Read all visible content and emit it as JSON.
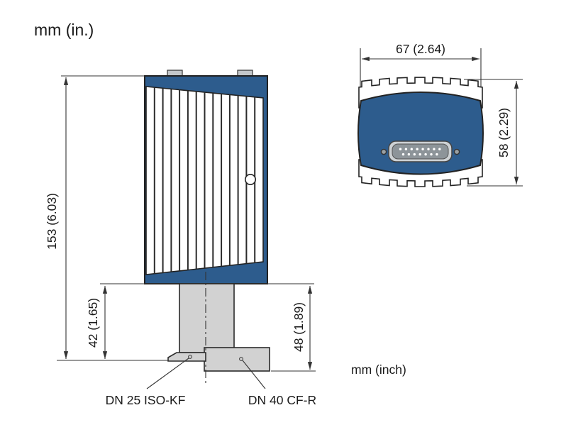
{
  "drawing": {
    "units_label_top": "mm (in.)",
    "units_label_bottom": "mm (inch)",
    "side_view": {
      "overall_height": "153 (6.03)",
      "kf_stem_height": "42 (1.65)",
      "cf_stem_height": "48 (1.89)",
      "flange_label_left": "DN 25 ISO-KF",
      "flange_label_right": "DN 40 CF-R"
    },
    "front_view": {
      "overall_width": "67 (2.64)",
      "overall_height": "58 (2.29)"
    }
  },
  "colors": {
    "body_blue": "#2d5c8d",
    "metal_gray": "#d2d2d2",
    "tab_gray": "#c3c7ca",
    "connector_outer": "#cdd1d4",
    "connector_inner": "#8d9499",
    "pin_white": "#ffffff",
    "outline_dark": "#222222",
    "dim_line": "#333333",
    "text_color": "#1a1a1a"
  }
}
